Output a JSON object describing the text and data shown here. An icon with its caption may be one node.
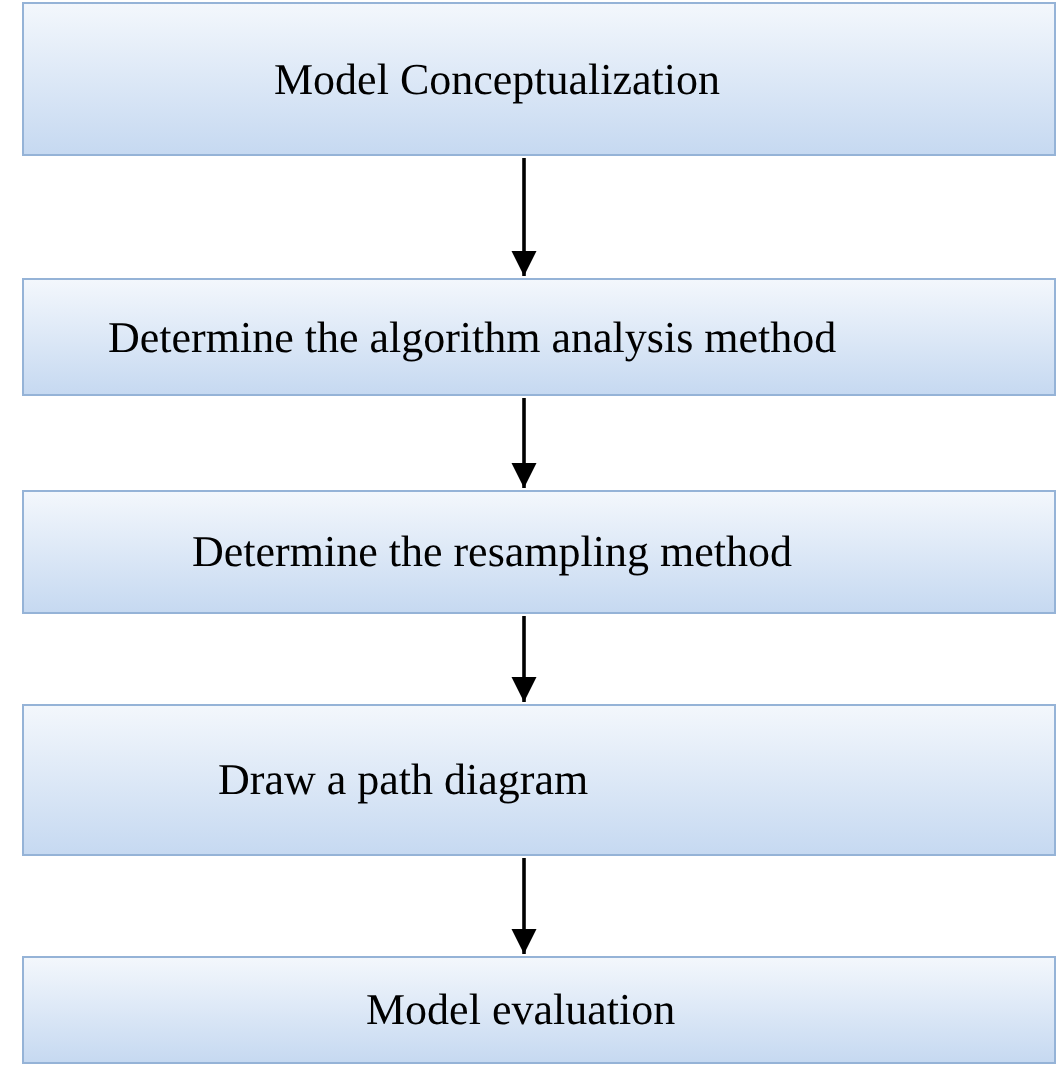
{
  "diagram": {
    "nodes": [
      {
        "text": [
          "Model Conceptualization"
        ]
      },
      {
        "text": [
          "Determine the algorithm analysis method"
        ]
      },
      {
        "text": [
          "Determine the resampling method"
        ]
      },
      {
        "text": [
          "Draw a path diagram"
        ]
      },
      {
        "text": [
          "Model evaluation"
        ]
      }
    ],
    "edges": [
      {
        "from": 0,
        "to": 1,
        "arrow": "to"
      },
      {
        "from": 1,
        "to": 2,
        "arrow": "to"
      },
      {
        "from": 2,
        "to": 3,
        "arrow": "to"
      },
      {
        "from": 3,
        "to": 4,
        "arrow": "to"
      }
    ]
  }
}
